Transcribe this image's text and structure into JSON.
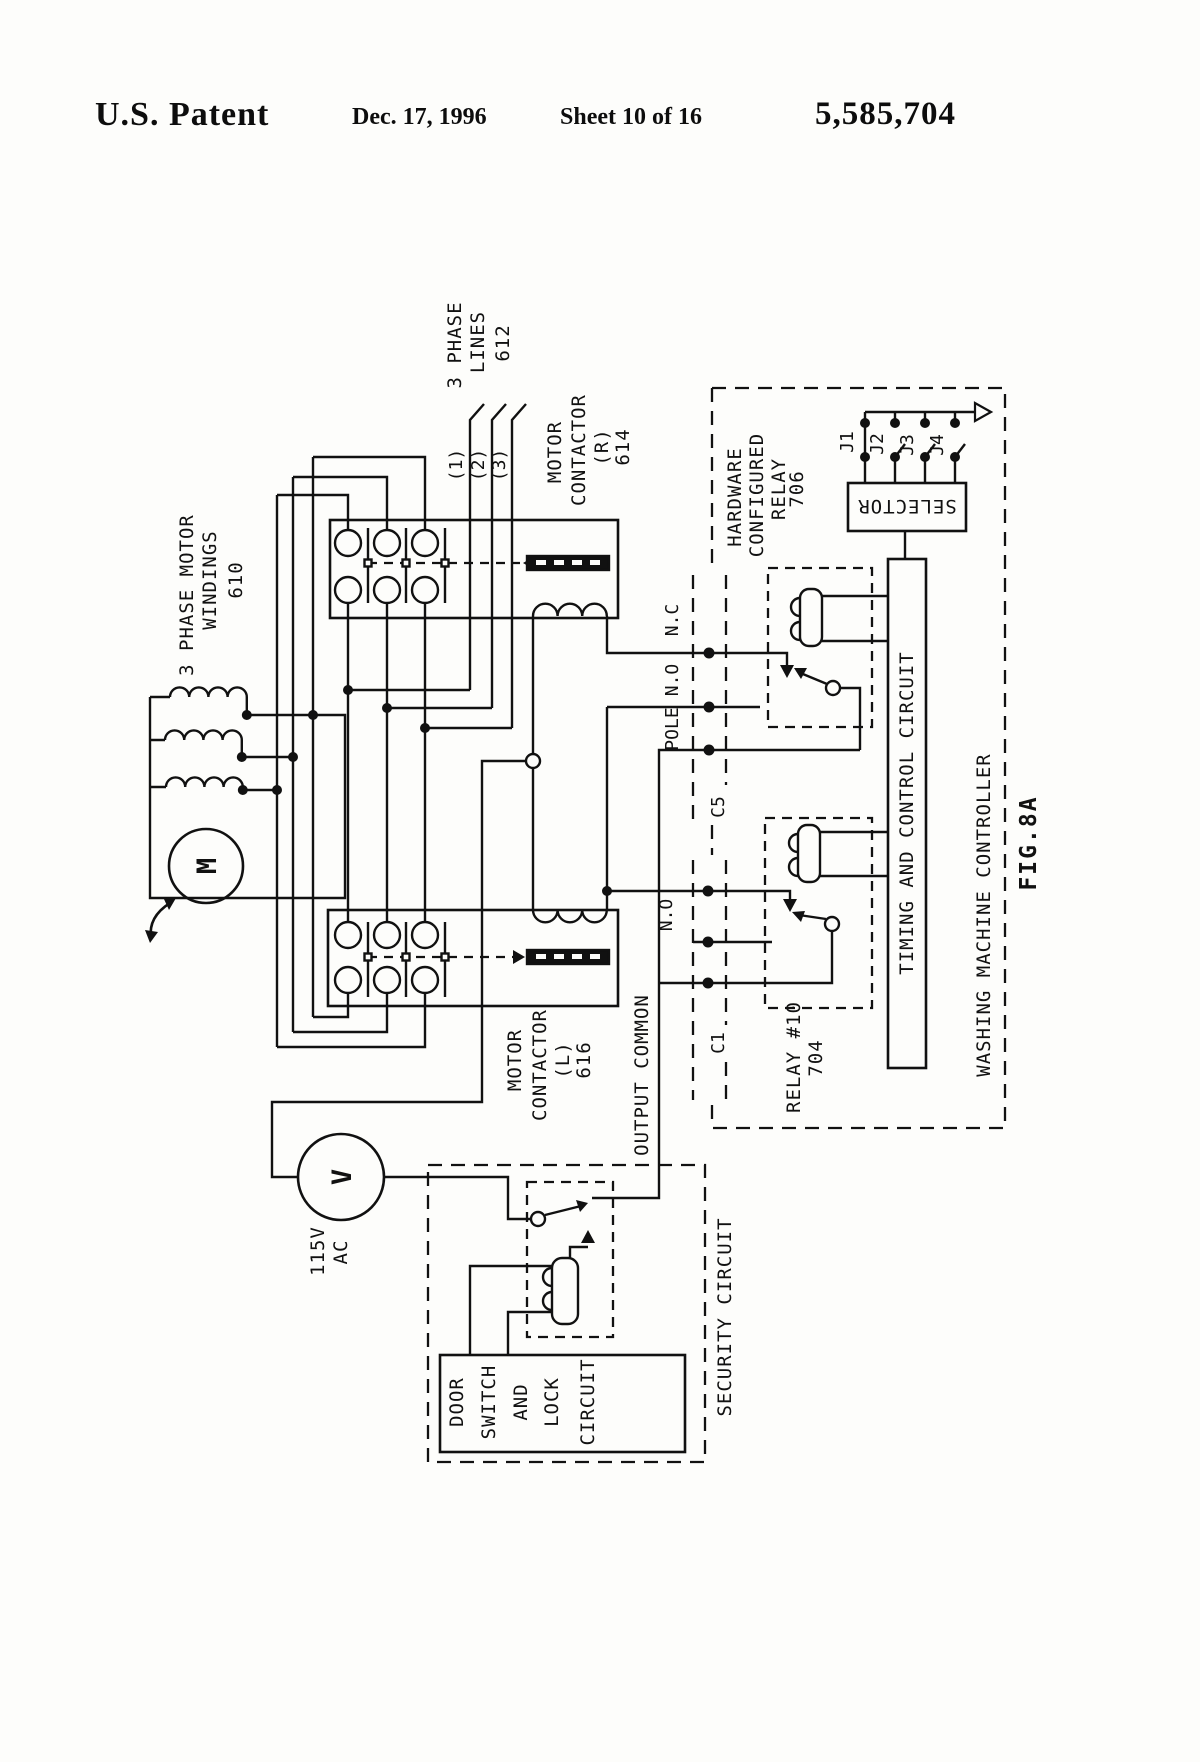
{
  "header": {
    "publisher": "U.S. Patent",
    "date": "Dec. 17, 1996",
    "sheet": "Sheet 10 of 16",
    "patent_number": "5,585,704"
  },
  "figure": {
    "name": "FIG.8A",
    "colors": {
      "ink": "#111111",
      "paper": "#fdfdfb"
    }
  },
  "labels": {
    "windings_line1": "3 PHASE MOTOR",
    "windings_line2": "WINDINGS",
    "windings_ref": "610",
    "phase_line1": "3 PHASE",
    "phase_line2": "LINES",
    "phase_ref": "612",
    "phase1": "(1)",
    "phase2": "(2)",
    "phase3": "(3)",
    "contactor_r_line1": "MOTOR",
    "contactor_r_line2": "CONTACTOR",
    "contactor_r_line3": "(R)",
    "contactor_r_ref": "614",
    "contactor_l_line1": "MOTOR",
    "contactor_l_line2": "CONTACTOR",
    "contactor_l_line3": "(L)",
    "contactor_l_ref": "616",
    "hw_relay_line1": "HARDWARE",
    "hw_relay_line2": "CONFIGURED",
    "hw_relay_line3": "RELAY",
    "hw_relay_ref": "706",
    "jumper1": "J1",
    "jumper2": "J2",
    "jumper3": "J3",
    "jumper4": "J4",
    "selector": "SELECTOR",
    "nc_top": "N.C",
    "no_top": "N.O",
    "pole": "POLE",
    "conn_c5": "C5",
    "no_bottom": "N.O",
    "conn_c1": "C1",
    "relay10_line1": "RELAY #10",
    "relay10_ref": "704",
    "timing_box": "TIMING AND CONTROL CIRCUIT",
    "controller_box": "WASHING MACHINE CONTROLLER",
    "figure_ref": "FIG.8A",
    "output_common": "OUTPUT COMMON",
    "supply_line1": "115V",
    "supply_line2": "AC",
    "security_box": "SECURITY CIRCUIT",
    "door_line1": "DOOR",
    "door_line2": "SWITCH",
    "door_line3": "AND",
    "door_line4": "LOCK",
    "door_line5": "CIRCUIT",
    "motor_symbol": "M",
    "source_symbol": "V"
  }
}
